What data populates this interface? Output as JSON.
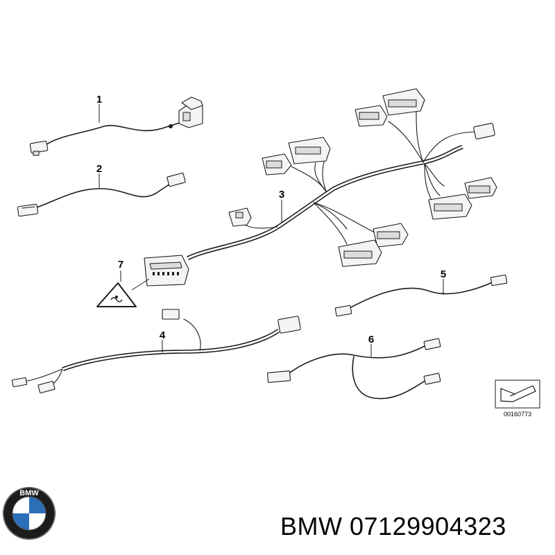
{
  "diagram": {
    "callouts": [
      {
        "id": "1",
        "label": "1"
      },
      {
        "id": "2",
        "label": "2"
      },
      {
        "id": "3",
        "label": "3"
      },
      {
        "id": "4",
        "label": "4"
      },
      {
        "id": "5",
        "label": "5"
      },
      {
        "id": "6",
        "label": "6"
      },
      {
        "id": "7",
        "label": "7"
      }
    ],
    "reference_number": "00160773"
  },
  "caption": {
    "brand": "BMW",
    "part_number": "07129904323"
  },
  "logo": {
    "letters": "BMW",
    "colors": {
      "ring": "#1c1c1c",
      "blue": "#2a6fb8",
      "white": "#ffffff"
    }
  }
}
